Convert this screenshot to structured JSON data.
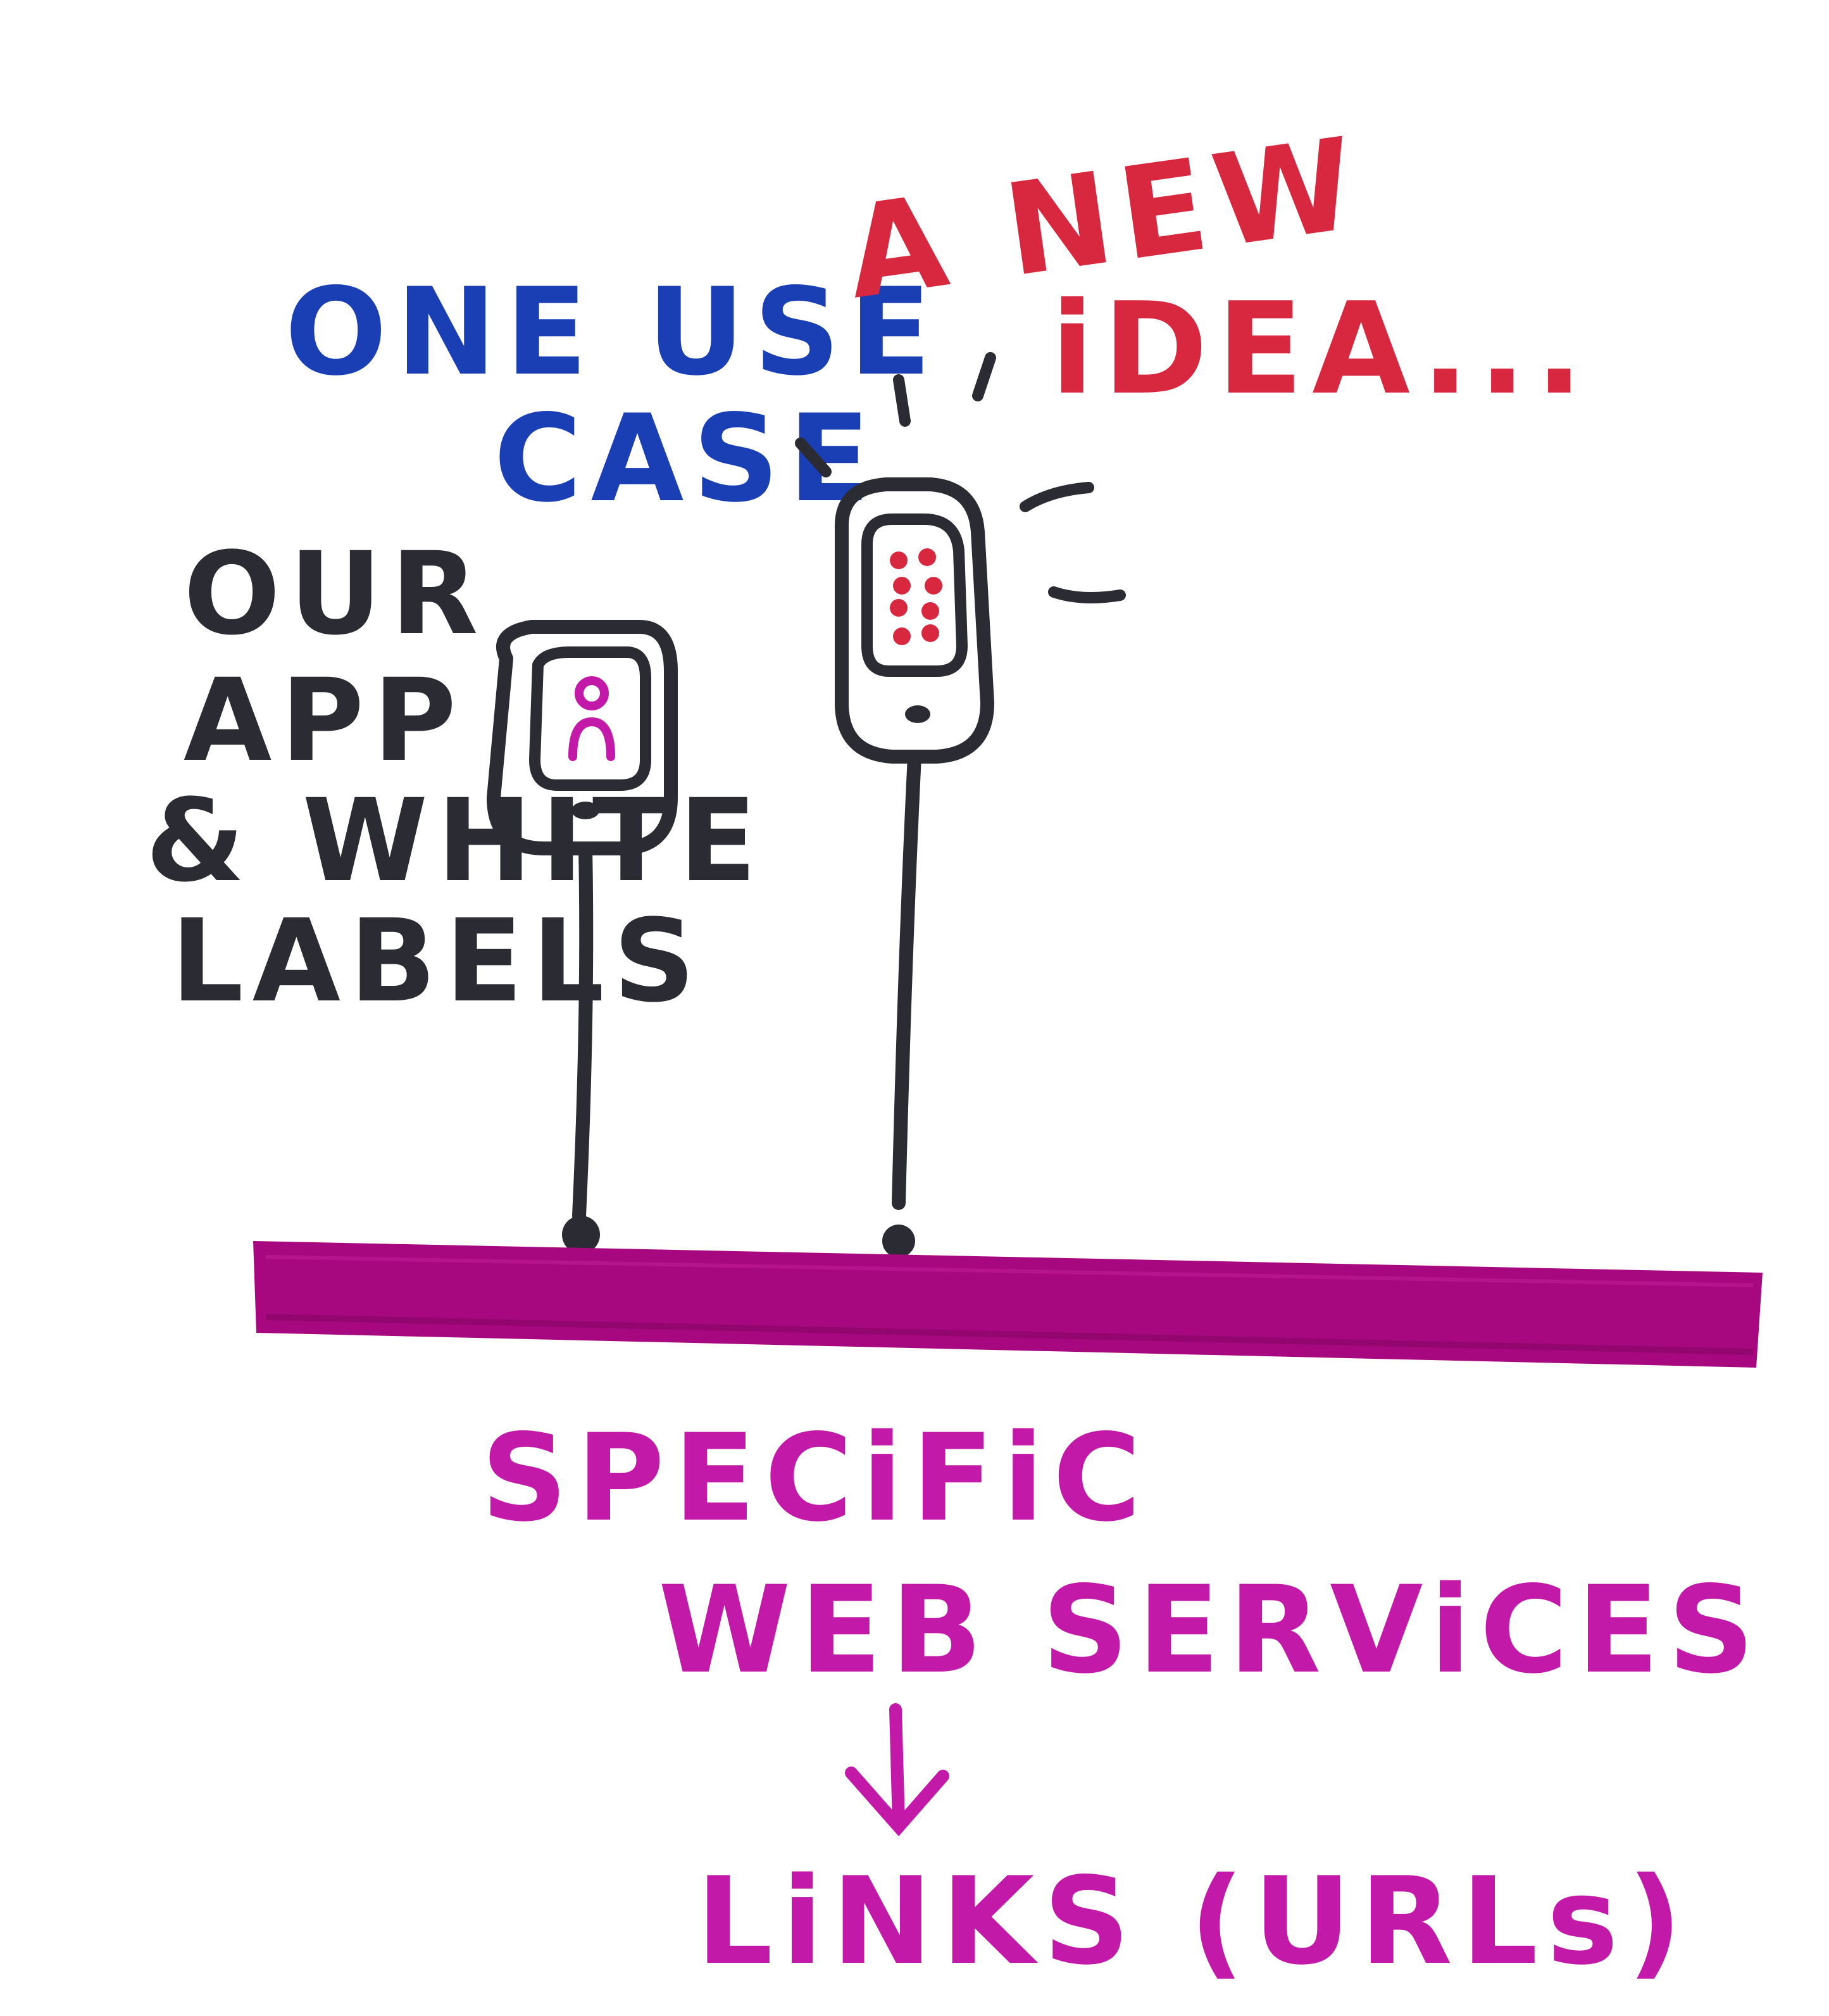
{
  "labels": {
    "use_case_line1": "ONE USE",
    "use_case_line2": "CASE",
    "new_idea_line1": "A NEW",
    "new_idea_line2": "iDEA...",
    "our_app_line1": "OUR",
    "our_app_line2": "APP",
    "our_app_line3": "& WHITE",
    "our_app_line4": "LABELS",
    "services_line1": "SPECiFiC",
    "services_line2": "WEB SERViCES",
    "links_line": "LiNKS (URLs)"
  },
  "colors": {
    "blue": "#1a3fb5",
    "red": "#d8283f",
    "black": "#2b2b33",
    "magenta": "#c219a8",
    "bar": "#a8087f"
  },
  "icons": {
    "left_phone": "phone-with-person-icon",
    "right_phone": "phone-with-dots-icon",
    "arrow": "down-arrow-icon"
  }
}
